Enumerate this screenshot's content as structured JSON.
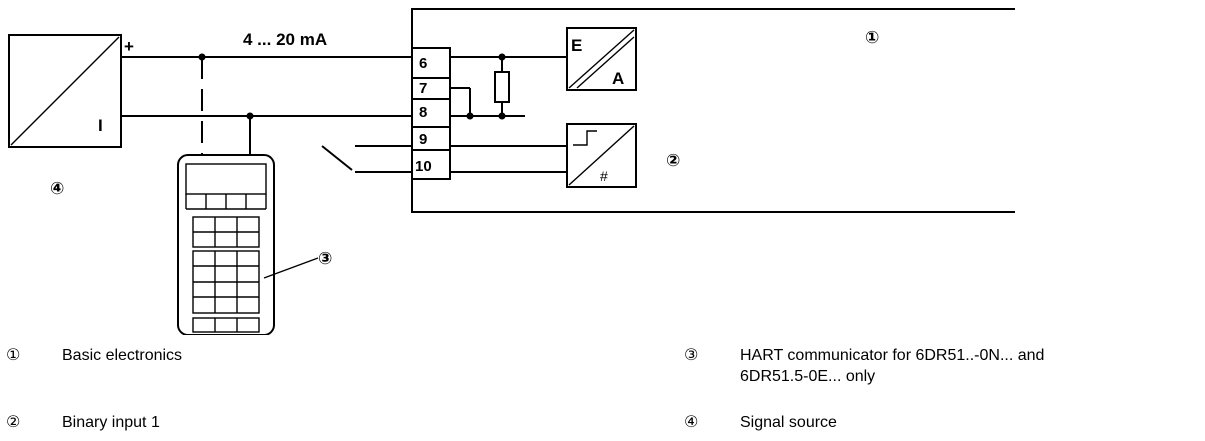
{
  "diagram": {
    "current_label": "4 ... 20 mA",
    "plus_label": "+",
    "source_I_label": "I",
    "terminals": [
      "6",
      "7",
      "8",
      "9",
      "10"
    ],
    "ea_converter": {
      "top": "E",
      "bottom": "A"
    },
    "binary_converter": {
      "bottom": "#"
    },
    "callouts": {
      "c1": "①",
      "c2": "②",
      "c3": "③",
      "c4": "④"
    }
  },
  "legend": [
    {
      "num": "①",
      "text": "Basic electronics"
    },
    {
      "num": "②",
      "text": "Binary input 1"
    },
    {
      "num": "③",
      "lines": [
        "HART communicator for 6DR51..-0N... and",
        "6DR51.5-0E... only"
      ]
    },
    {
      "num": "④",
      "text": "Signal source"
    }
  ]
}
